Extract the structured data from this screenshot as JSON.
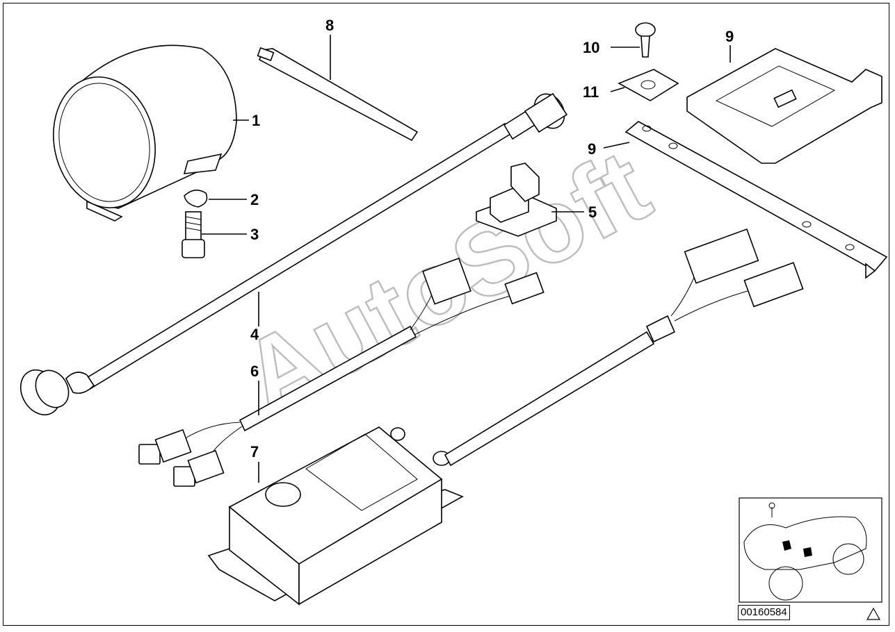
{
  "diagram": {
    "callouts": {
      "c1": "1",
      "c2": "2",
      "c3": "3",
      "c4": "4",
      "c5": "5",
      "c6": "6",
      "c7": "7",
      "c8": "8",
      "c9a": "9",
      "c9b": "9",
      "c10": "10",
      "c11": "11"
    },
    "watermark": "AutoSoft",
    "document_number": "00160584",
    "warning_icon": "triangle-icon",
    "inset": "motorcycle-thumbnail"
  }
}
